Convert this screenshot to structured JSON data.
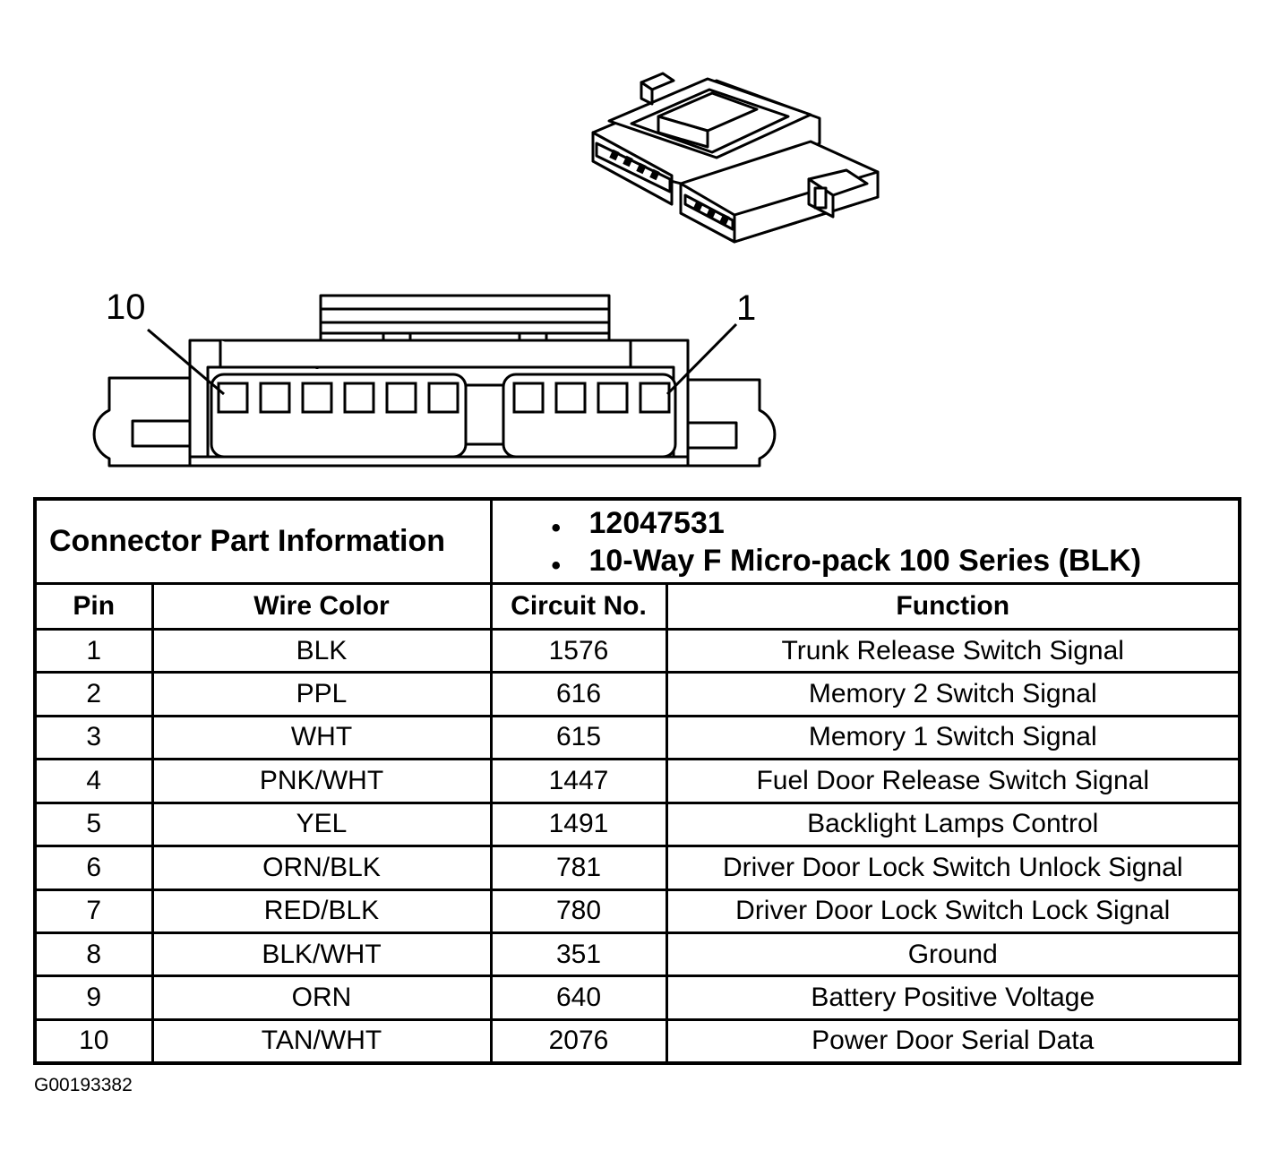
{
  "diagram": {
    "callout_left": "10",
    "callout_right": "1"
  },
  "info": {
    "title": "Connector Part Information",
    "items": [
      "12047531",
      "10-Way F Micro-pack 100 Series (BLK)"
    ]
  },
  "table": {
    "headers": [
      "Pin",
      "Wire Color",
      "Circuit No.",
      "Function"
    ],
    "rows": [
      [
        "1",
        "BLK",
        "1576",
        "Trunk Release Switch Signal"
      ],
      [
        "2",
        "PPL",
        "616",
        "Memory 2 Switch Signal"
      ],
      [
        "3",
        "WHT",
        "615",
        "Memory 1 Switch Signal"
      ],
      [
        "4",
        "PNK/WHT",
        "1447",
        "Fuel Door Release Switch Signal"
      ],
      [
        "5",
        "YEL",
        "1491",
        "Backlight Lamps Control"
      ],
      [
        "6",
        "ORN/BLK",
        "781",
        "Driver Door Lock Switch Unlock Signal"
      ],
      [
        "7",
        "RED/BLK",
        "780",
        "Driver Door Lock Switch Lock Signal"
      ],
      [
        "8",
        "BLK/WHT",
        "351",
        "Ground"
      ],
      [
        "9",
        "ORN",
        "640",
        "Battery Positive Voltage"
      ],
      [
        "10",
        "TAN/WHT",
        "2076",
        "Power Door Serial Data"
      ]
    ]
  },
  "footer": {
    "doc_id": "G00193382"
  }
}
